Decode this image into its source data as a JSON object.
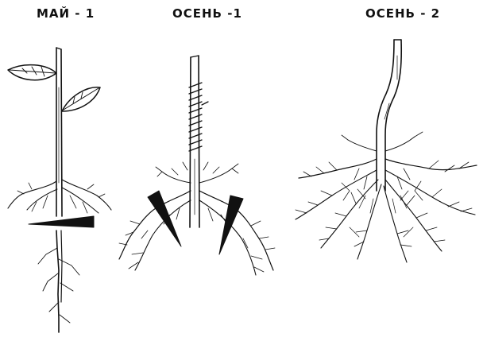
{
  "stages": [
    {
      "label": "МАЙ - 1"
    },
    {
      "label": "ОСЕНЬ -1"
    },
    {
      "label": "ОСЕНЬ - 2"
    }
  ],
  "colors": {
    "ink": "#111111",
    "background": "#ffffff"
  }
}
